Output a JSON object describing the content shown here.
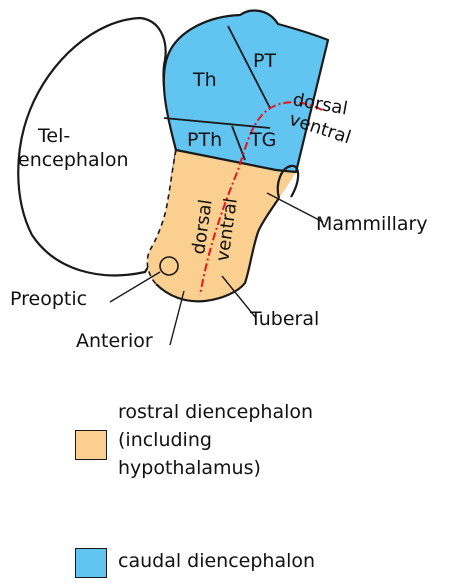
{
  "colors": {
    "rostral": "#fbcf8f",
    "caudal": "#62c4f1",
    "boundary": "#e8141d",
    "outline": "#1a1a1a"
  },
  "regions": {
    "telencephalon": [
      "Tel-",
      "encephalon"
    ],
    "th": "Th",
    "pt": "PT",
    "pth": "PTh",
    "tg": "TG"
  },
  "axis": {
    "caudal_dorsal": "dorsal",
    "caudal_ventral": "ventral",
    "rostral_dorsal": "dorsal",
    "rostral_ventral": "ventral"
  },
  "callouts": {
    "mammillary": "Mammillary",
    "preoptic": "Preoptic",
    "tuberal": "Tuberal",
    "anterior": "Anterior"
  },
  "legend": {
    "rostral_lines": [
      "rostral diencephalon",
      "(including",
      "hypothalamus)"
    ],
    "caudal": "caudal diencephalon"
  }
}
